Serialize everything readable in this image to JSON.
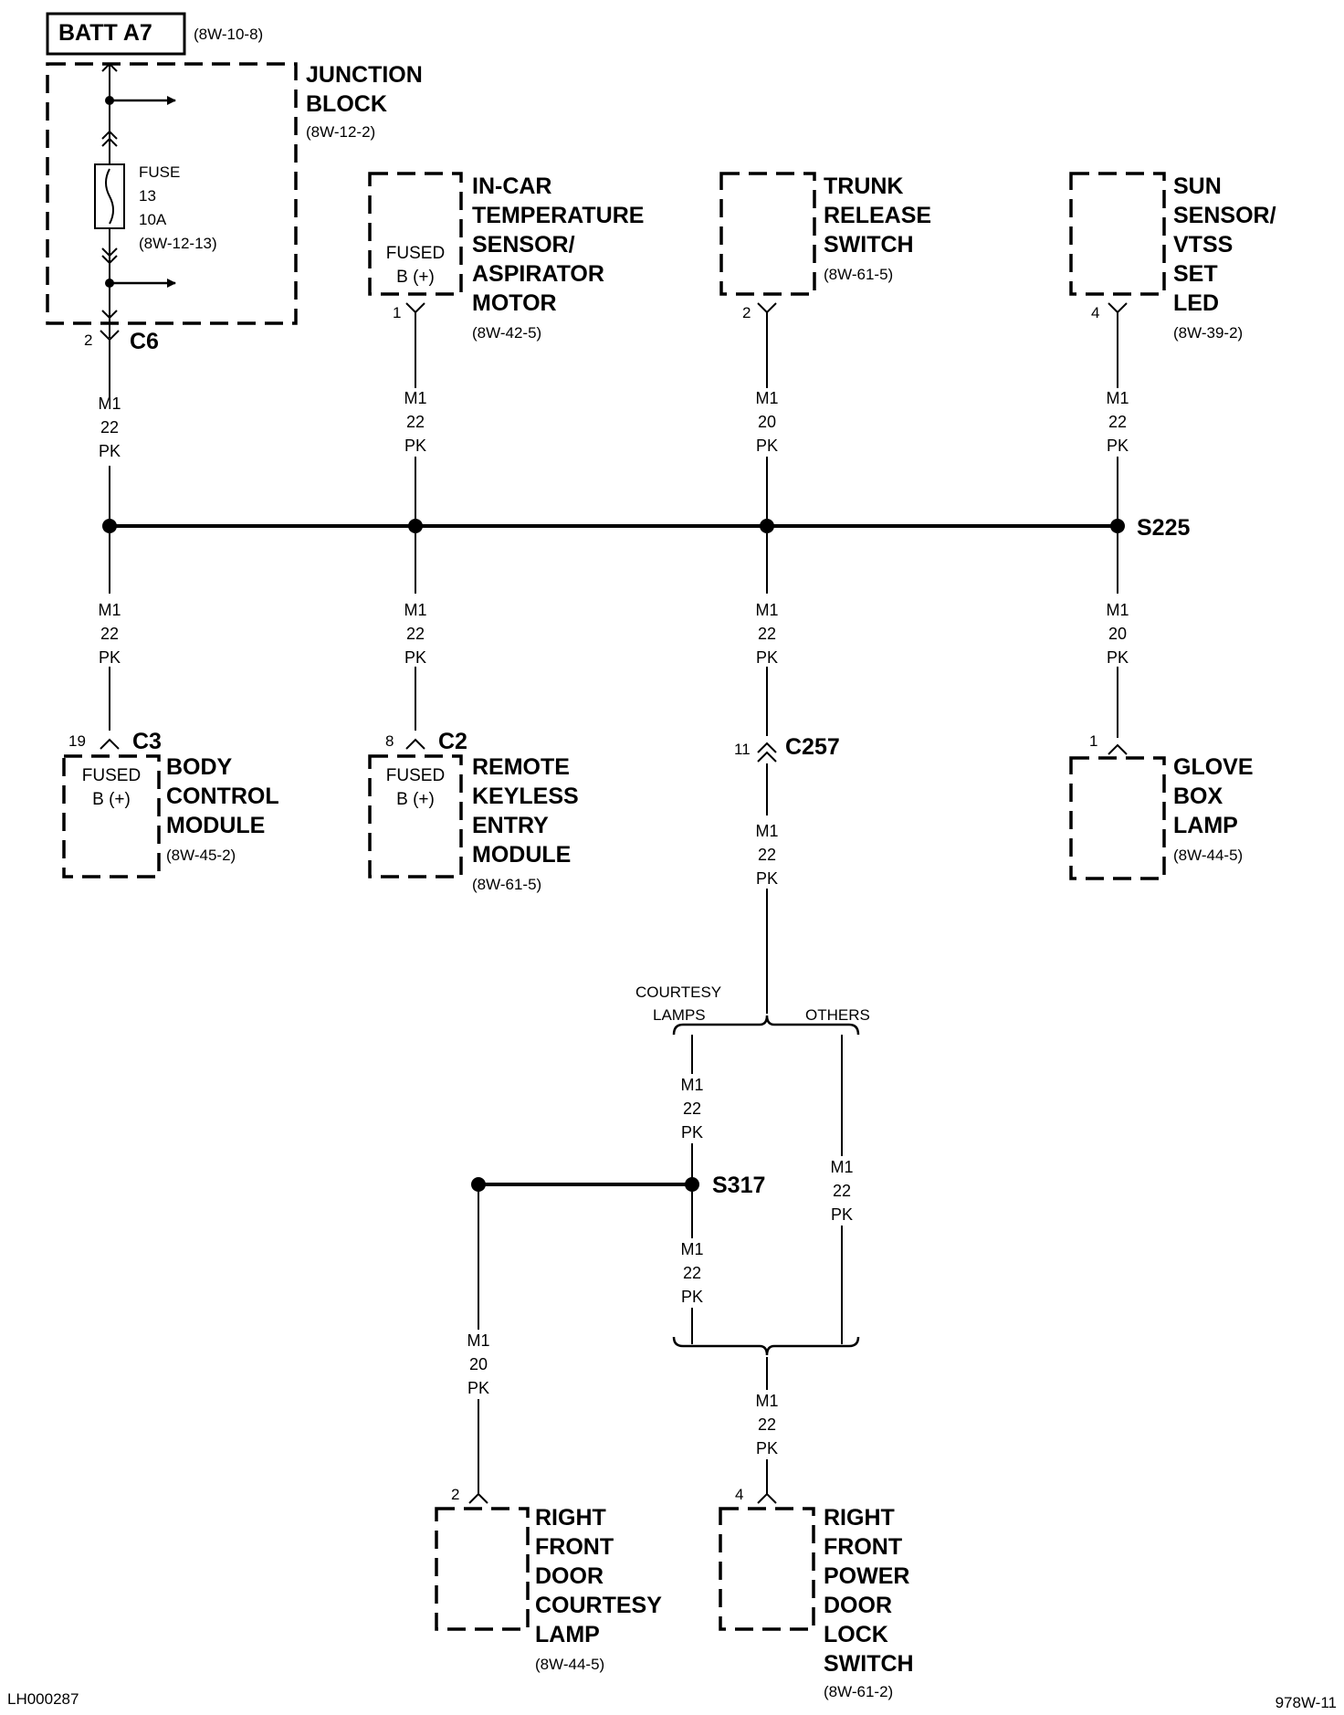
{
  "batt": {
    "label": "BATT A7",
    "ref": "(8W-10-8)"
  },
  "junction_block": {
    "name_lines": [
      "JUNCTION",
      "BLOCK"
    ],
    "ref": "(8W-12-2)",
    "fuse_lines": [
      "FUSE",
      "13",
      "10A",
      "(8W-12-13)"
    ],
    "pin": "2",
    "connector": "C6"
  },
  "in_car_sensor": {
    "name_lines": [
      "IN-CAR",
      "TEMPERATURE",
      "SENSOR/",
      "ASPIRATOR",
      "MOTOR"
    ],
    "ref": "(8W-42-5)",
    "inner_lines": [
      "FUSED",
      "B (+)"
    ],
    "pin": "1"
  },
  "trunk_release": {
    "name_lines": [
      "TRUNK",
      "RELEASE",
      "SWITCH"
    ],
    "ref": "(8W-61-5)",
    "pin": "2"
  },
  "sun_sensor": {
    "name_lines": [
      "SUN",
      "SENSOR/",
      "VTSS",
      "SET",
      "LED"
    ],
    "ref": "(8W-39-2)",
    "pin": "4"
  },
  "splice_s225": "S225",
  "splice_s317": "S317",
  "body_control": {
    "name_lines": [
      "BODY",
      "CONTROL",
      "MODULE"
    ],
    "ref": "(8W-45-2)",
    "inner_lines": [
      "FUSED",
      "B (+)"
    ],
    "pin": "19",
    "connector": "C3"
  },
  "remote_keyless": {
    "name_lines": [
      "REMOTE",
      "KEYLESS",
      "ENTRY",
      "MODULE"
    ],
    "ref": "(8W-61-5)",
    "inner_lines": [
      "FUSED",
      "B (+)"
    ],
    "pin": "8",
    "connector": "C2"
  },
  "c257": {
    "pin": "11",
    "connector": "C257"
  },
  "glove_box": {
    "name_lines": [
      "GLOVE",
      "BOX",
      "LAMP"
    ],
    "ref": "(8W-44-5)",
    "pin": "1"
  },
  "branch_labels": {
    "courtesy": [
      "COURTESY",
      "LAMPS"
    ],
    "others": "OTHERS"
  },
  "rf_courtesy_lamp": {
    "name_lines": [
      "RIGHT",
      "FRONT",
      "DOOR",
      "COURTESY",
      "LAMP"
    ],
    "ref": "(8W-44-5)",
    "pin": "2"
  },
  "rf_lock_switch": {
    "name_lines": [
      "RIGHT",
      "FRONT",
      "POWER",
      "DOOR",
      "LOCK",
      "SWITCH"
    ],
    "ref": "(8W-61-2)",
    "pin": "4"
  },
  "wire_labels": [
    {
      "id": "w1",
      "lines": [
        "M1",
        "22",
        "PK"
      ]
    },
    {
      "id": "w2",
      "lines": [
        "M1",
        "22",
        "PK"
      ]
    },
    {
      "id": "w3",
      "lines": [
        "M1",
        "20",
        "PK"
      ]
    },
    {
      "id": "w4",
      "lines": [
        "M1",
        "22",
        "PK"
      ]
    },
    {
      "id": "w5",
      "lines": [
        "M1",
        "22",
        "PK"
      ]
    },
    {
      "id": "w6",
      "lines": [
        "M1",
        "22",
        "PK"
      ]
    },
    {
      "id": "w7",
      "lines": [
        "M1",
        "22",
        "PK"
      ]
    },
    {
      "id": "w8",
      "lines": [
        "M1",
        "20",
        "PK"
      ]
    },
    {
      "id": "w9",
      "lines": [
        "M1",
        "22",
        "PK"
      ]
    },
    {
      "id": "w10",
      "lines": [
        "M1",
        "22",
        "PK"
      ]
    },
    {
      "id": "w11",
      "lines": [
        "M1",
        "22",
        "PK"
      ]
    },
    {
      "id": "w12",
      "lines": [
        "M1",
        "22",
        "PK"
      ]
    },
    {
      "id": "w13",
      "lines": [
        "M1",
        "20",
        "PK"
      ]
    },
    {
      "id": "w14",
      "lines": [
        "M1",
        "22",
        "PK"
      ]
    }
  ],
  "footer": {
    "left": "LH000287",
    "right": "978W-11"
  }
}
